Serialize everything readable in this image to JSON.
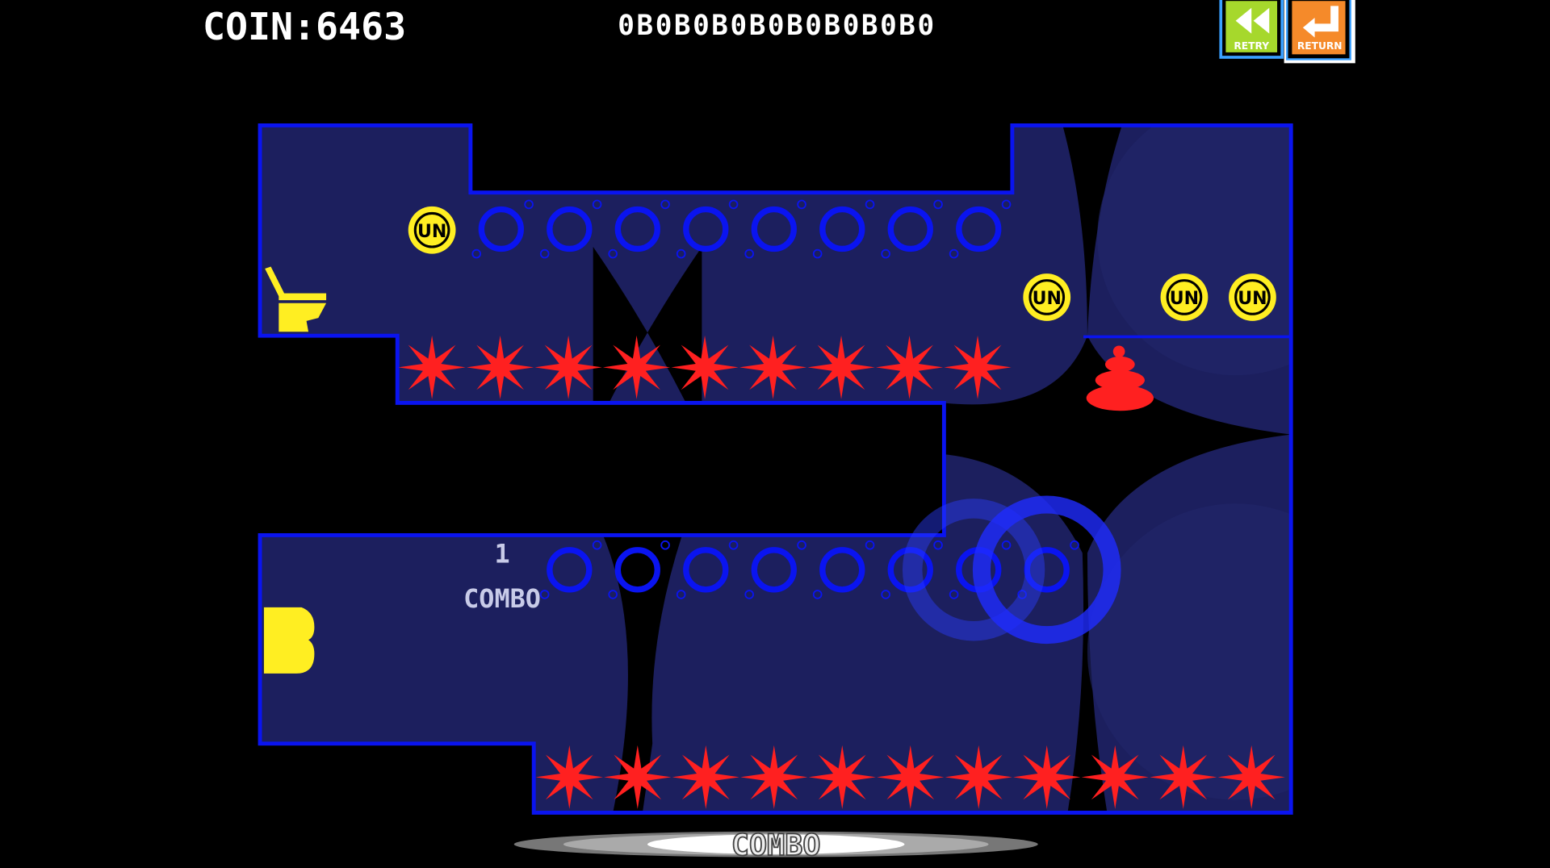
{
  "hud": {
    "coin_text": "COIN:6463",
    "code_text": "0B0B0B0B0B0B0B0B0"
  },
  "buttons": {
    "retry_label": "RETRY",
    "return_label": "RETURN"
  },
  "combo": {
    "count": "1",
    "label": "COMBO",
    "banner_label": "COMBO"
  },
  "coin_glyph": "UN",
  "colors": {
    "bg": "#000000",
    "floor": "#1c1f5e",
    "wall": "#0a14f0",
    "spike": "#ff2020",
    "coin": "#ffee22",
    "retry": "#a6d82c",
    "return": "#f58a2a"
  }
}
